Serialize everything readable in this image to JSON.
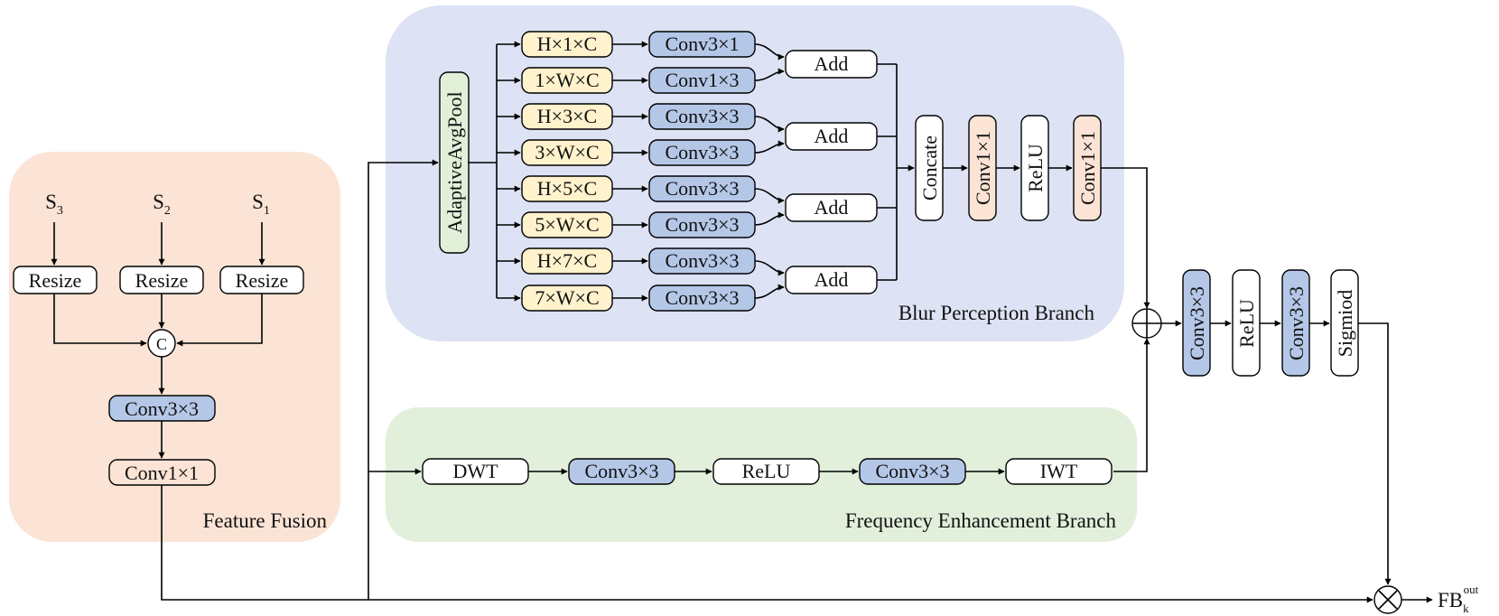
{
  "colors": {
    "feature_fusion_bg": "#fbe4d5",
    "blur_branch_bg": "#dde2f4",
    "freq_branch_bg": "#e2efdb",
    "conv_blue": "#b4c7e7",
    "kernel_yellow": "#fff2cc",
    "conv1x1_peach": "#fbe4d5",
    "pool_green": "#e2f0d9",
    "white": "#ffffff"
  },
  "regions": {
    "feature_fusion": "Feature Fusion",
    "blur_branch": "Blur Perception Branch",
    "freq_branch": "Frequency Enhancement Branch"
  },
  "feature_fusion": {
    "inputs": [
      {
        "base": "S",
        "sub": "3"
      },
      {
        "base": "S",
        "sub": "2"
      },
      {
        "base": "S",
        "sub": "1"
      }
    ],
    "resize": [
      "Resize",
      "Resize",
      "Resize"
    ],
    "concat_symbol": "C",
    "conv3": "Conv3×3",
    "conv1": "Conv1×1"
  },
  "blur_branch": {
    "pool": "AdaptiveAvgPool",
    "kernels": [
      "H×1×C",
      "1×W×C",
      "H×3×C",
      "3×W×C",
      "H×5×C",
      "5×W×C",
      "H×7×C",
      "7×W×C"
    ],
    "convs": [
      "Conv3×1",
      "Conv1×3",
      "Conv3×3",
      "Conv3×3",
      "Conv3×3",
      "Conv3×3",
      "Conv3×3",
      "Conv3×3"
    ],
    "adds": [
      "Add",
      "Add",
      "Add",
      "Add"
    ],
    "tail": [
      "Concate",
      "Conv1×1",
      "ReLU",
      "Conv1×1"
    ]
  },
  "freq_branch": {
    "steps": [
      "DWT",
      "Conv3×3",
      "ReLU",
      "Conv3×3",
      "IWT"
    ]
  },
  "fusion_head": {
    "add_symbol": "⊕",
    "steps": [
      "Conv3×3",
      "ReLU",
      "Conv3×3",
      "Sigmiod"
    ],
    "multiply_symbol": "⊗",
    "output": {
      "base": "FB",
      "sub": "k",
      "sup": "out"
    }
  }
}
